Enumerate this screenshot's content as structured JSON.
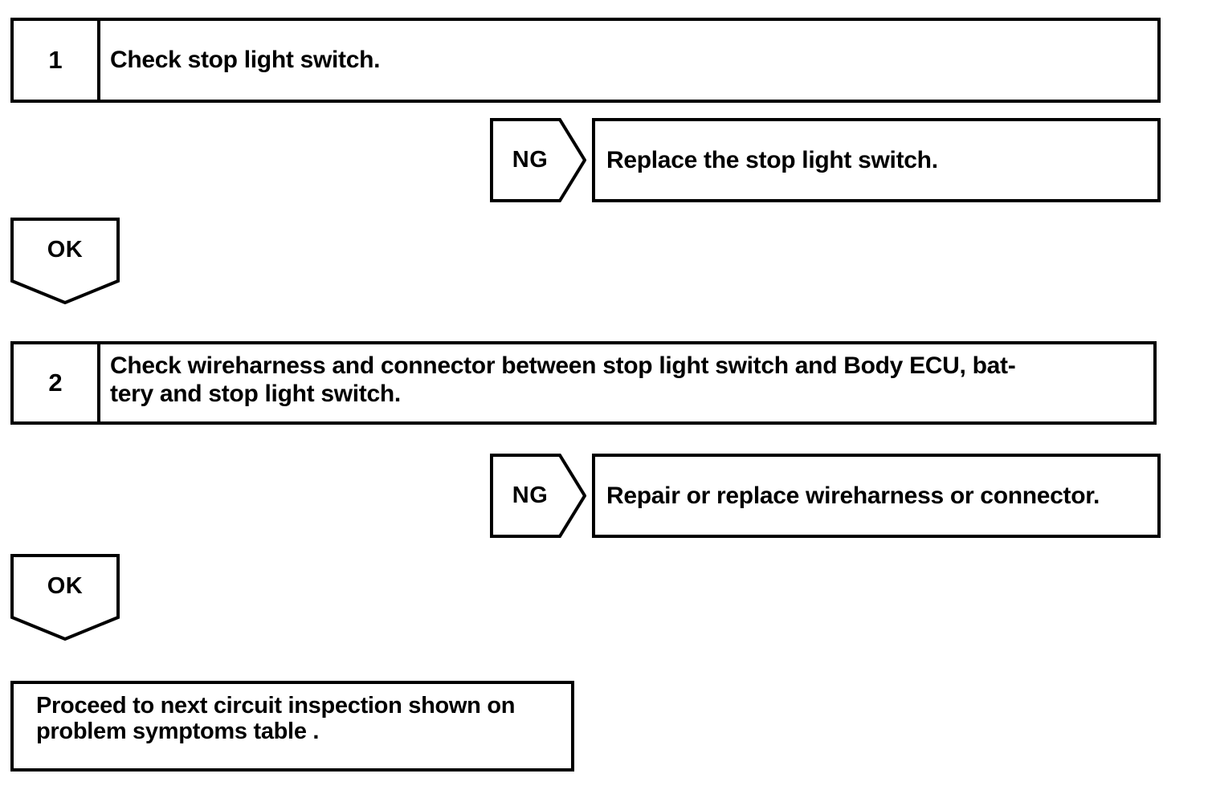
{
  "document": {
    "type": "troubleshooting-flowchart",
    "background_color": "#ffffff",
    "line_color": "#000000",
    "text_color": "#000000"
  },
  "steps": [
    {
      "number": "1",
      "text": "Check stop light switch.",
      "branch": {
        "label": "NG",
        "result": "Replace the stop light switch."
      },
      "pass": {
        "label": "OK"
      }
    },
    {
      "number": "2",
      "text": "Check wireharness and connector between stop light switch and Body ECU, bat-tery and stop light switch.",
      "text_line1": "Check wireharness and connector between stop light switch and Body ECU, bat-",
      "text_line2": "tery and stop light switch.",
      "branch": {
        "label": "NG",
        "result": "Repair or replace wireharness or connector."
      },
      "pass": {
        "label": "OK"
      }
    }
  ],
  "terminal": {
    "line1": "Proceed to next circuit inspection shown on",
    "line2": "problem symptoms table ."
  }
}
